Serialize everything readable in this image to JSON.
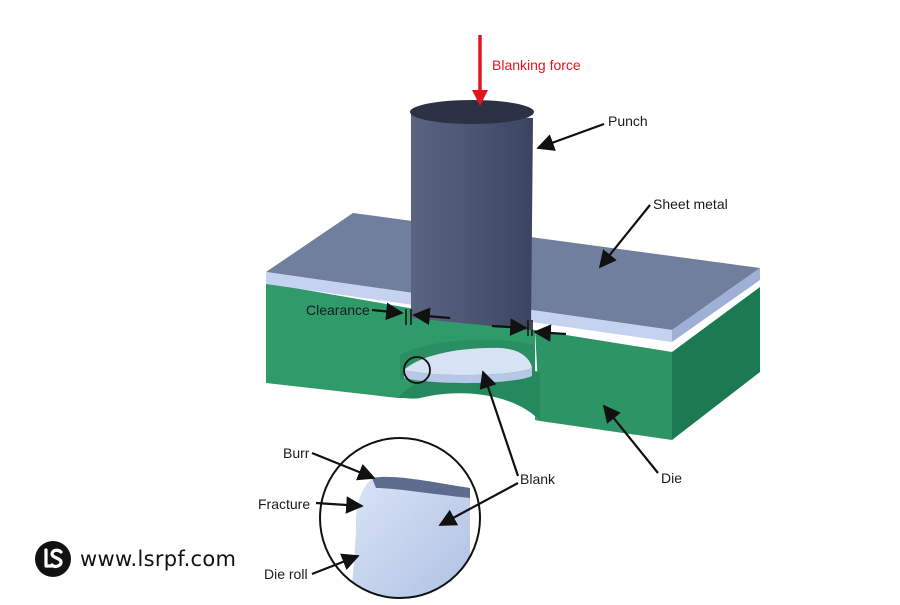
{
  "labels": {
    "blanking_force": "Blanking force",
    "punch": "Punch",
    "sheet_metal": "Sheet metal",
    "clearance": "Clearance",
    "blank": "Blank",
    "die": "Die",
    "burr": "Burr",
    "fracture": "Fracture",
    "die_roll": "Die roll"
  },
  "watermark": {
    "text": "www.lsrpf.com",
    "icon": "lsrpf-logo-icon"
  },
  "colors": {
    "force_arrow": "#e3151d",
    "punch": "#4e5873",
    "sheet_top": "#6f7f9d",
    "sheet_edge": "#c5d3f0",
    "die_front": "#2f9a6a",
    "die_side": "#1c7a52",
    "blank": "#c9d8f2"
  }
}
